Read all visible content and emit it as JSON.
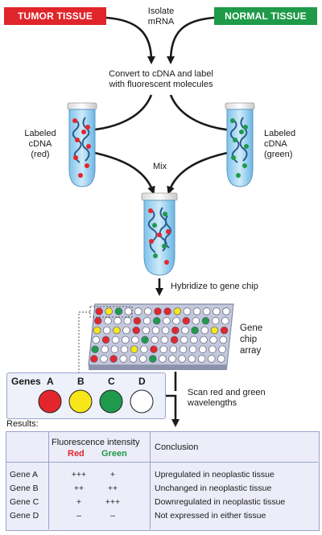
{
  "labels": {
    "tumor": "TUMOR TISSUE",
    "normal": "NORMAL TISSUE",
    "isolate": "Isolate\nmRNA",
    "convert": "Convert to cDNA and label\nwith fluorescent molecules",
    "labeled_red": "Labeled\ncDNA\n(red)",
    "labeled_green": "Labeled\ncDNA\n(green)",
    "mix": "Mix",
    "hybridize": "Hybridize to gene chip",
    "gene_chip_array": "Gene\nchip\narray",
    "scan": "Scan red and green\nwavelengths",
    "results": "Results:"
  },
  "colors": {
    "tumor_red": "#e0252b",
    "normal_green": "#1e9a49",
    "dot_red": "#e3262d",
    "dot_green": "#1f9a4c",
    "dot_yellow": "#f7e61a"
  },
  "genes_panel": {
    "title": "Genes",
    "items": [
      {
        "letter": "A",
        "color": "red"
      },
      {
        "letter": "B",
        "color": "yellow"
      },
      {
        "letter": "C",
        "color": "green"
      },
      {
        "letter": "D",
        "color": "white"
      }
    ]
  },
  "chip_grid": [
    [
      "red",
      "yellow",
      "green",
      "white",
      "white",
      "white",
      "red",
      "red",
      "yellow",
      "white",
      "white",
      "white",
      "white",
      "white"
    ],
    [
      "red",
      "white",
      "white",
      "white",
      "red",
      "white",
      "green",
      "white",
      "white",
      "red",
      "white",
      "green",
      "white",
      "white"
    ],
    [
      "yellow",
      "white",
      "yellow",
      "white",
      "red",
      "white",
      "white",
      "white",
      "red",
      "white",
      "green",
      "white",
      "yellow",
      "red"
    ],
    [
      "white",
      "red",
      "white",
      "white",
      "white",
      "green",
      "white",
      "white",
      "red",
      "white",
      "white",
      "white",
      "white",
      "white"
    ],
    [
      "green",
      "white",
      "white",
      "white",
      "yellow",
      "white",
      "red",
      "white",
      "white",
      "white",
      "white",
      "white",
      "white",
      "white"
    ],
    [
      "red",
      "white",
      "red",
      "white",
      "white",
      "white",
      "green",
      "white",
      "white",
      "white",
      "white",
      "white",
      "white",
      "white"
    ]
  ],
  "table": {
    "header_fluorescence": "Fluorescence intensity",
    "header_red": "Red",
    "header_green": "Green",
    "header_conclusion": "Conclusion",
    "rows": [
      {
        "gene": "Gene A",
        "red": "+++",
        "green": "+",
        "conclusion": "Upregulated in neoplastic tissue"
      },
      {
        "gene": "Gene B",
        "red": "++",
        "green": "++",
        "conclusion": "Unchanged in neoplastic tissue"
      },
      {
        "gene": "Gene C",
        "red": "+",
        "green": "+++",
        "conclusion": "Downregulated in neoplastic tissue"
      },
      {
        "gene": "Gene D",
        "red": "–",
        "green": "–",
        "conclusion": "Not expressed in either tissue"
      }
    ]
  }
}
